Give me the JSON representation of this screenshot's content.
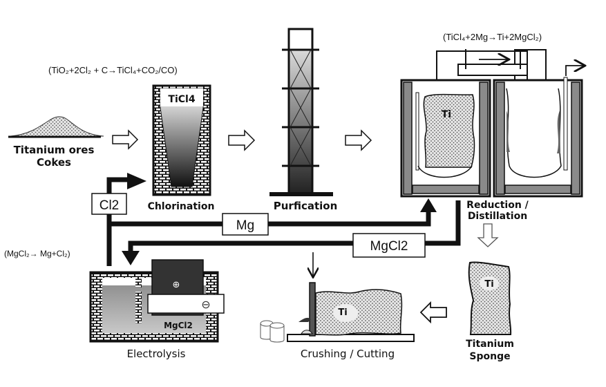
{
  "title": "Titanium production process (Kroll process)",
  "equations": {
    "chlorination": "(TiO₂+2Cl₂ + C→TiCl₄+CO₂/CO)",
    "reduction": "(TiCl₄+2Mg→Ti+2MgCl₂)",
    "electrolysis": "(MgCl₂→ Mg+Cl₂)"
  },
  "stages": {
    "ores": {
      "line1": "Titanium ores",
      "line2": "Cokes"
    },
    "chlorination": {
      "label": "Chlorination",
      "vessel_text": "TiCl4"
    },
    "purification": {
      "label": "Purfication"
    },
    "reduction": {
      "line1": "Reduction /",
      "line2": "Distillation",
      "vessel_text": "Ti"
    },
    "sponge": {
      "line1": "Titanium",
      "line2": "Sponge",
      "text": "Ti"
    },
    "crushing": {
      "label": "Crushing / Cutting",
      "text": "Ti"
    },
    "electrolysis": {
      "label": "Electrolysis",
      "bath_text": "MgCl2",
      "anode": "⊕",
      "cathode": "⊖"
    }
  },
  "flows": {
    "cl2": "Cl2",
    "mg": "Mg",
    "mgcl2": "MgCl2"
  },
  "colors": {
    "ink": "#111111",
    "dark_fill": "#333333",
    "wall_gray": "#8a8a8a",
    "stipple": "#9a9a9a",
    "background": "#ffffff"
  }
}
